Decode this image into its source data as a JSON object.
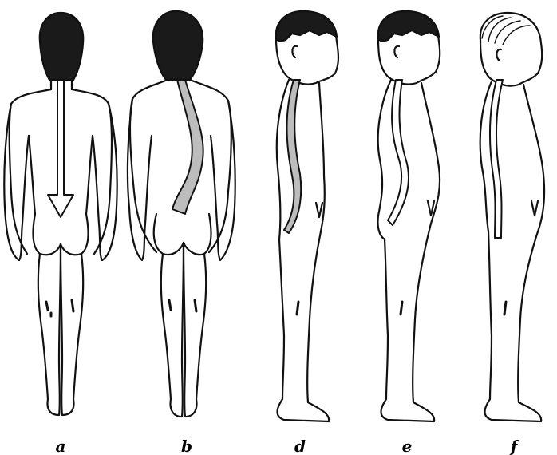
{
  "figure": {
    "panels": [
      {
        "id": "a",
        "label": "a"
      },
      {
        "id": "b",
        "label": "b"
      },
      {
        "id": "d",
        "label": "d"
      },
      {
        "id": "e",
        "label": "e"
      },
      {
        "id": "f",
        "label": "f"
      }
    ]
  },
  "colors": {
    "ink": "#111111",
    "hair": "#1a1a1a",
    "shade": "#bdbdbd",
    "paper": "#ffffff"
  }
}
